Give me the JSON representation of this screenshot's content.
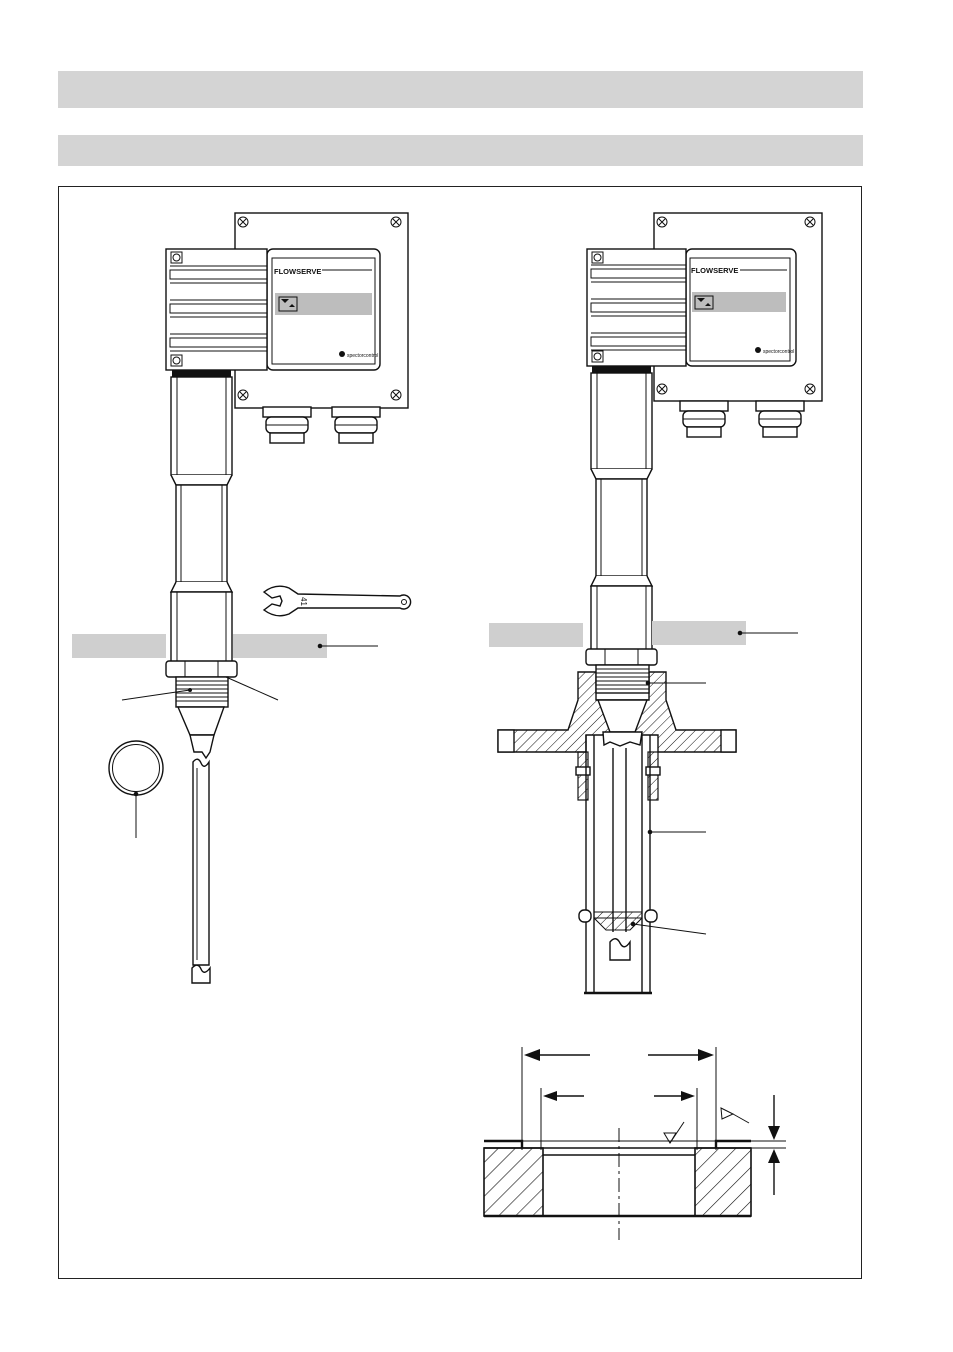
{
  "brand": {
    "logo_text": "FLOWSERVE",
    "sublogo_text": "spectorcontrol"
  },
  "wrench": {
    "size_label": "41"
  },
  "colors": {
    "header_bar": "#d4d4d4",
    "label_box": "#cfcfcf",
    "line": "#111111"
  }
}
